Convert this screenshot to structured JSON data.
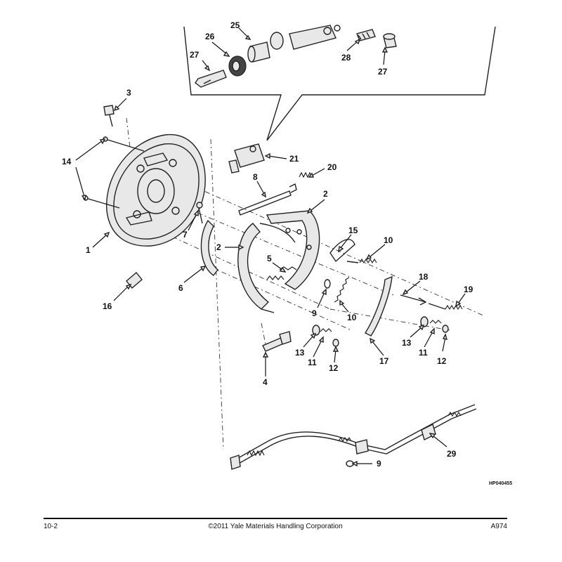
{
  "diagram": {
    "figure_code": "HP040455",
    "callouts": {
      "c1": "1",
      "c2a": "2",
      "c2b": "2",
      "c3": "3",
      "c4": "4",
      "c5": "5",
      "c6": "6",
      "c7": "7",
      "c8": "8",
      "c9a": "9",
      "c9b": "9",
      "c10a": "10",
      "c10b": "10",
      "c11a": "11",
      "c11b": "11",
      "c12a": "12",
      "c12b": "12",
      "c13a": "13",
      "c13b": "13",
      "c14": "14",
      "c15": "15",
      "c16": "16",
      "c17": "17",
      "c18": "18",
      "c19": "19",
      "c20": "20",
      "c21": "21",
      "c25": "25",
      "c26": "26",
      "c27a": "27",
      "c27b": "27",
      "c28": "28",
      "c29": "29"
    }
  },
  "footer": {
    "page_number": "10-2",
    "copyright": "©2011 Yale Materials Handling Corporation",
    "doc_code": "A974"
  },
  "colors": {
    "line": "#222222",
    "background": "#ffffff"
  }
}
